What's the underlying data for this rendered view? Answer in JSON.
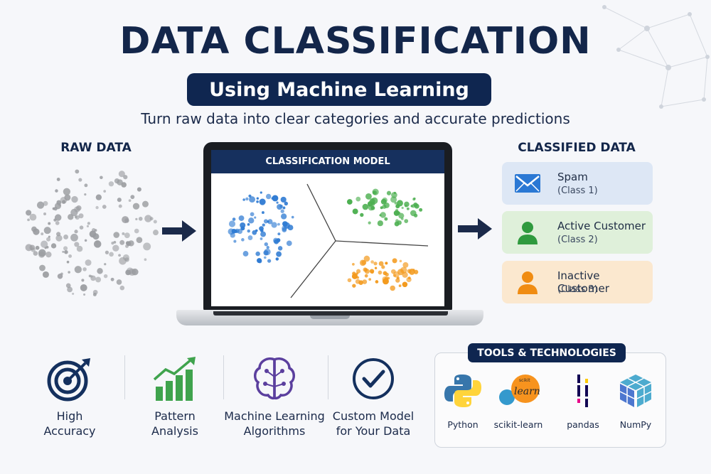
{
  "header": {
    "title": "DATA CLASSIFICATION",
    "subtitle": "Using Machine Learning",
    "tagline": "Turn raw data into clear categories and accurate predictions"
  },
  "raw_data": {
    "heading": "RAW DATA"
  },
  "model": {
    "screen_title": "CLASSIFICATION MODEL"
  },
  "classified": {
    "heading": "CLASSIFIED DATA",
    "classes": [
      {
        "name": "Spam",
        "class_label": "(Class 1)",
        "icon": "envelope-icon",
        "bg": "#dde7f5",
        "accent": "#2a78d4"
      },
      {
        "name": "Active Customer",
        "class_label": "(Class 2)",
        "icon": "user-icon",
        "bg": "#dff0da",
        "accent": "#2f9a3e"
      },
      {
        "name": "Inactive Customer",
        "class_label": "(Class 3)",
        "icon": "user-icon",
        "bg": "#fbe8cf",
        "accent": "#f08c12"
      }
    ]
  },
  "features": [
    {
      "label_line1": "High",
      "label_line2": "Accuracy",
      "icon": "target-icon"
    },
    {
      "label_line1": "Pattern",
      "label_line2": "Analysis",
      "icon": "bar-chart-icon"
    },
    {
      "label_line1": "Machine Learning",
      "label_line2": "Algorithms",
      "icon": "brain-icon"
    },
    {
      "label_line1": "Custom Model",
      "label_line2": "for Your Data",
      "icon": "checkmark-icon"
    }
  ],
  "tools": {
    "title": "TOOLS & TECHNOLOGIES",
    "items": [
      {
        "label": "Python",
        "icon": "python-logo"
      },
      {
        "label": "scikit-learn",
        "icon": "scikit-learn-logo",
        "logo_text": "learn",
        "logo_small": "scikit"
      },
      {
        "label": "pandas",
        "icon": "pandas-logo"
      },
      {
        "label": "NumPy",
        "icon": "numpy-logo"
      }
    ]
  },
  "colors": {
    "navy": "#0f2650",
    "cluster_blue": "#2f7bd3",
    "cluster_green": "#4caf50",
    "cluster_orange": "#f39a1d",
    "raw_gray": "#9a9ca0"
  }
}
